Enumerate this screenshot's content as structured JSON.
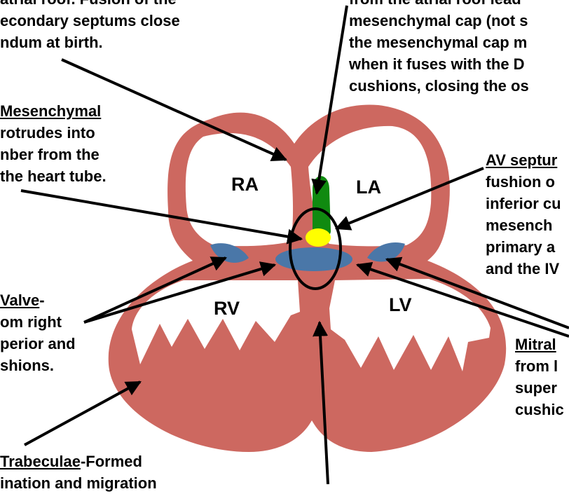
{
  "chambers": {
    "ra": "RA",
    "la": "LA",
    "rv": "RV",
    "lv": "LV"
  },
  "notes": {
    "top_left": [
      "atrial roof. Fusion of the",
      "econdary septums close",
      "ndum at birth."
    ],
    "top_right": [
      "from the atrial roof lead",
      "mesenchymal cap (not s",
      "the mesenchymal cap m",
      "when it fuses with the D",
      "cushions, closing the os"
    ],
    "left_mesenchymal": {
      "title": "Mesenchymal",
      "lines": [
        "rotrudes into",
        "nber from the",
        "the heart tube."
      ]
    },
    "right_av_septum": {
      "title": "AV septur",
      "lines": [
        "fushion o",
        "inferior cu",
        "mesench",
        "primary a",
        "and the IV"
      ]
    },
    "left_valve": {
      "title": "Valve",
      "suffix": "-",
      "lines": [
        "om right",
        "perior and",
        "shions."
      ]
    },
    "right_mitral": {
      "title": "Mitral",
      "lines": [
        "from l",
        "super",
        "cushic"
      ]
    },
    "bottom_trabeculae": {
      "title": "Trabeculae",
      "suffix": "-Formed",
      "lines": [
        "ination and migration"
      ]
    }
  },
  "colors": {
    "heart_wall": "#cd6860",
    "chamber_fill": "#ffffff",
    "cushion_blue": "#4a77a8",
    "mesenchymal_cap_yellow": "#ffff00",
    "septum_green": "#108a10",
    "text": "#000000"
  }
}
